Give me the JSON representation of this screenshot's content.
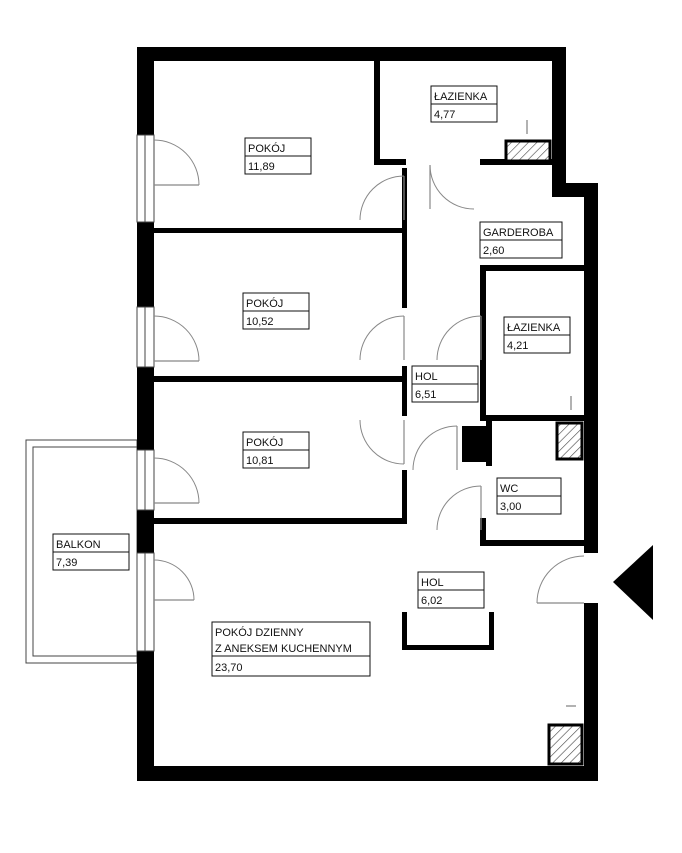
{
  "rooms": {
    "pokoj_1": {
      "name": "POKÓJ",
      "area": "11,89"
    },
    "lazienka_1": {
      "name": "ŁAZIENKA",
      "area": "4,77"
    },
    "garderoba": {
      "name": "GARDEROBA",
      "area": "2,60"
    },
    "pokoj_2": {
      "name": "POKÓJ",
      "area": "10,52"
    },
    "lazienka_2": {
      "name": "ŁAZIENKA",
      "area": "4,21"
    },
    "hol_1": {
      "name": "HOL",
      "area": "6,51"
    },
    "pokoj_3": {
      "name": "POKÓJ",
      "area": "10,81"
    },
    "wc": {
      "name": "WC",
      "area": "3,00"
    },
    "balkon": {
      "name": "BALKON",
      "area": "7,39"
    },
    "hol_2": {
      "name": "HOL",
      "area": "6,02"
    },
    "pokoj_dzienny": {
      "name_line1": "POKÓJ DZIENNY",
      "name_line2": "Z ANEKSEM KUCHENNYM",
      "area": "23,70"
    }
  },
  "icons": {
    "entrance": "entrance-arrow-icon",
    "vent": "ventilation-shaft-icon"
  },
  "colors": {
    "wall": "#000000",
    "door_swing": "#888888",
    "background": "#ffffff"
  }
}
